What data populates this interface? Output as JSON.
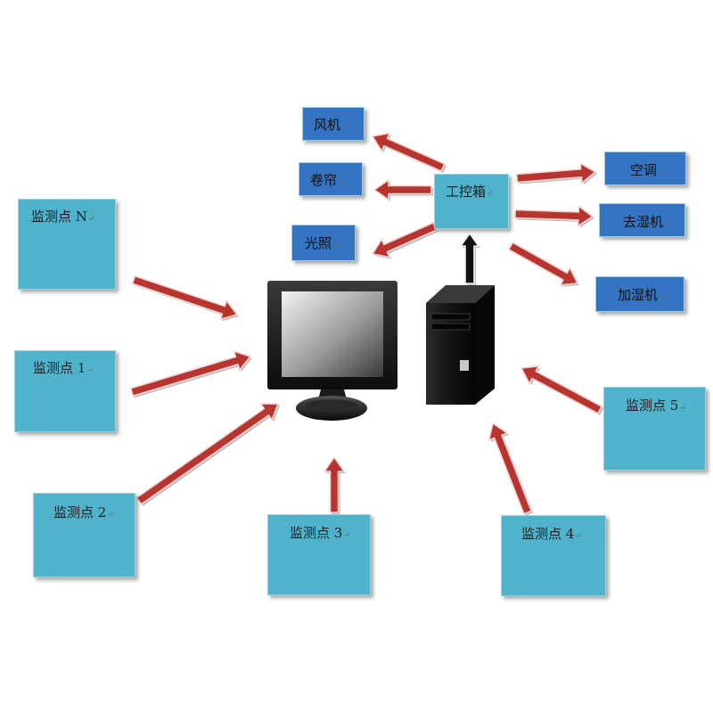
{
  "colors": {
    "monitor_box": "#4fb3cc",
    "device_box": "#3573c3",
    "arrow_red": "#b8342f",
    "arrow_black": "#111111"
  },
  "controller": {
    "label": "工控箱"
  },
  "devices": [
    {
      "id": "fan",
      "label": "风机"
    },
    {
      "id": "curtain",
      "label": "卷帘"
    },
    {
      "id": "light",
      "label": "光照"
    },
    {
      "id": "ac",
      "label": "空调"
    },
    {
      "id": "dehumidifier",
      "label": "去湿机"
    },
    {
      "id": "humidifier",
      "label": "加湿机"
    }
  ],
  "monitor_points": [
    {
      "id": "n",
      "label": "监测点 N"
    },
    {
      "id": "1",
      "label": "监测点 1"
    },
    {
      "id": "2",
      "label": "监测点 2"
    },
    {
      "id": "3",
      "label": "监测点 3"
    },
    {
      "id": "4",
      "label": "监测点 4"
    },
    {
      "id": "5",
      "label": "监测点 5"
    }
  ],
  "icons": {
    "computer": "desktop-monitor-icon",
    "tower": "pc-tower-icon",
    "paragraph_mark": "↵"
  }
}
